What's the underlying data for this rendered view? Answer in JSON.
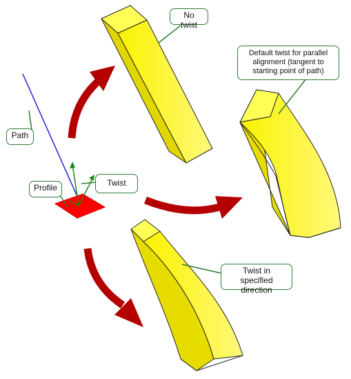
{
  "labels": {
    "no_twist": "No twist",
    "default_twist": "Default twist for parallel alignment (tangent to starting point of path)",
    "path": "Path",
    "twist": "Twist",
    "profile": "Profile",
    "twist_specified": "Twist in specified direction"
  },
  "colors": {
    "extrusion_light": "#ffff4d",
    "extrusion_shade": "#e0d800",
    "extrusion_dark": "#c8bf00",
    "profile": "#ff0000",
    "arrow": "#b30000",
    "path_line": "#2222dd",
    "axis": "#1a8a1a",
    "callout_border": "#2e7d32"
  }
}
